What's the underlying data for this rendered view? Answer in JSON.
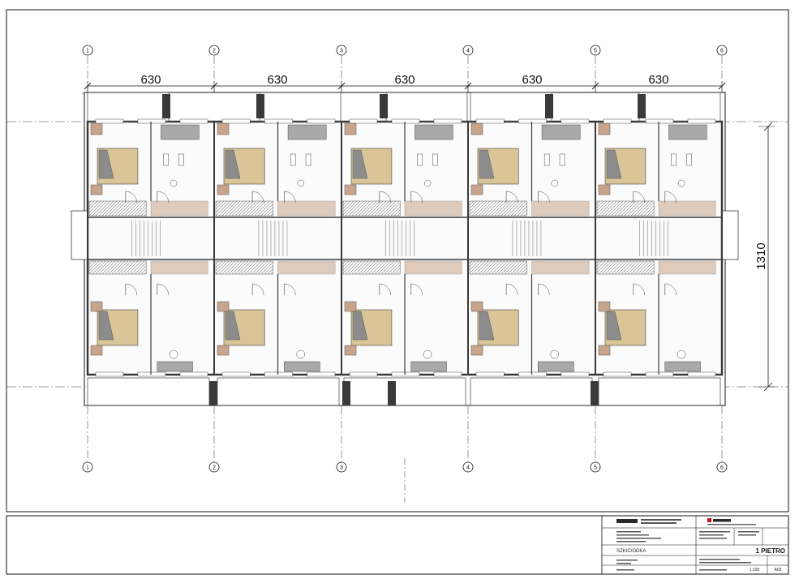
{
  "plan": {
    "bay_dimensions": [
      "630",
      "630",
      "630",
      "630",
      "630"
    ],
    "depth_dimension": "1310",
    "axis_labels": [
      "1",
      "2",
      "3",
      "4",
      "5",
      "6"
    ]
  },
  "title_block": {
    "drawing_name": "SZKIC/ODKA",
    "level": "1 PIETRO",
    "scale": "1:100",
    "sheet_no": "A03"
  },
  "colors": {
    "wall": "#3a3a3a",
    "wall_light": "#9a9a9a",
    "bed": "#d9c597",
    "furniture_brown": "#c7a48a",
    "fixture_grey": "#a9a9a9",
    "logo_red": "#c0141a"
  }
}
